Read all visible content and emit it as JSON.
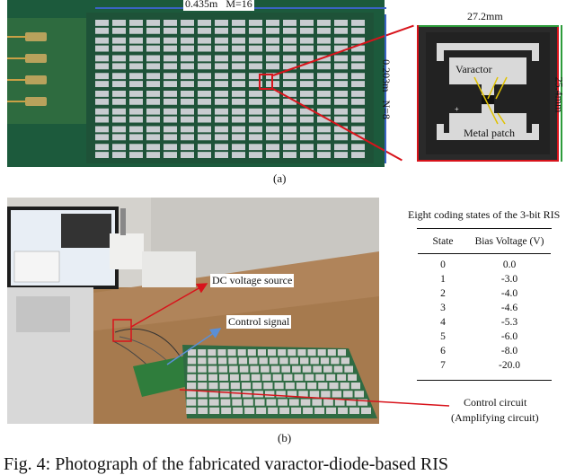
{
  "panel_a": {
    "width_label": "0.435m   M=16",
    "height_label": "0.203m   N=8",
    "cell_width_label": "27.2mm",
    "cell_height_label": "25.4mm",
    "varactor_label": "Varactor",
    "metal_patch_label": "Metal patch",
    "caption": "(a)"
  },
  "panel_b": {
    "dc_source_label": "DC voltage source",
    "control_signal_label": "Control signal",
    "control_circuit_label": "Control circuit",
    "amplifying_label": "(Amplifying circuit)",
    "caption": "(b)",
    "table_title": "Eight coding states of the 3-bit RIS",
    "table_headers": [
      "State",
      "Bias Voltage (V)"
    ],
    "table_rows": [
      [
        "0",
        "0.0"
      ],
      [
        "1",
        "-3.0"
      ],
      [
        "2",
        "-4.0"
      ],
      [
        "3",
        "-4.6"
      ],
      [
        "4",
        "-5.3"
      ],
      [
        "5",
        "-6.0"
      ],
      [
        "6",
        "-8.0"
      ],
      [
        "7",
        "-20.0"
      ]
    ]
  },
  "figure_caption": "Fig. 4: Photograph of the fabricated varactor-diode-based RIS"
}
